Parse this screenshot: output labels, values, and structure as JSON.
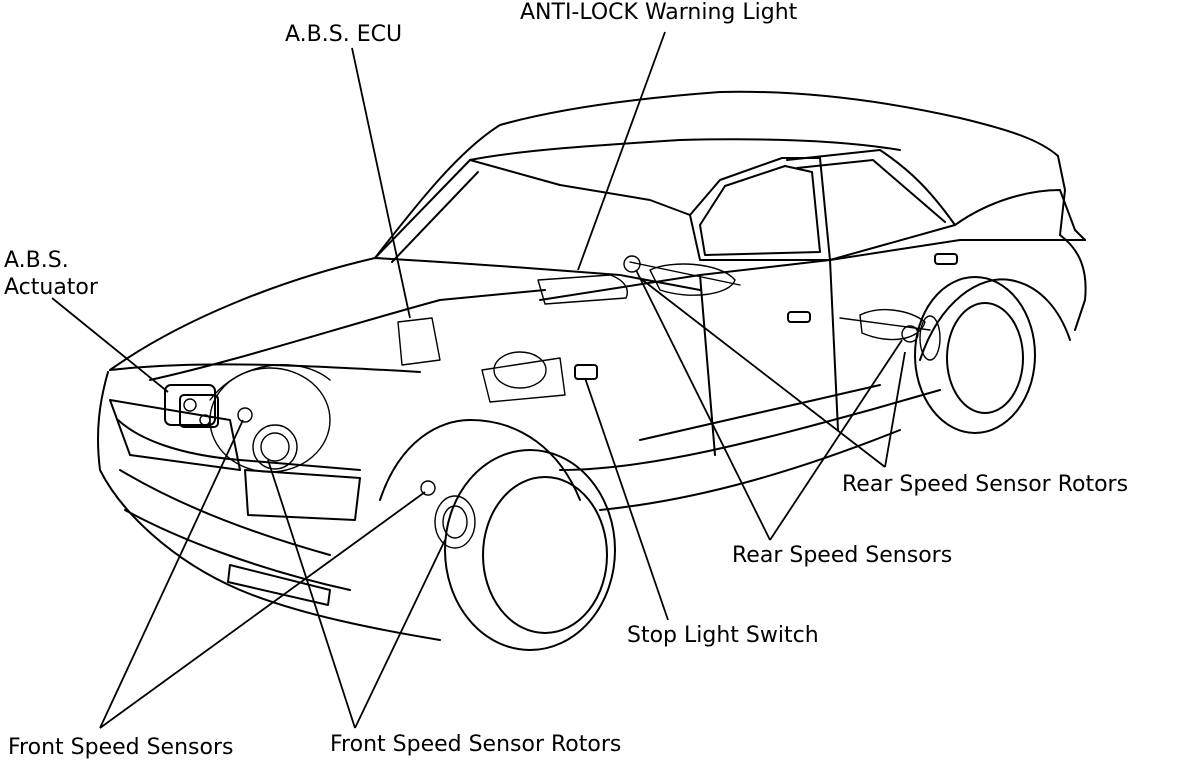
{
  "labels": {
    "anti_lock_warning_light": "ANTI-LOCK Warning Light",
    "abs_ecu": "A.B.S. ECU",
    "abs_actuator_line1": "A.B.S.",
    "abs_actuator_line2": "Actuator",
    "rear_speed_sensor_rotors": "Rear Speed Sensor Rotors",
    "rear_speed_sensors": "Rear Speed Sensors",
    "stop_light_switch": "Stop Light Switch",
    "front_speed_sensors": "Front Speed Sensors",
    "front_speed_sensor_rotors": "Front Speed Sensor Rotors"
  },
  "colors": {
    "line": "#000000",
    "background": "#ffffff"
  }
}
